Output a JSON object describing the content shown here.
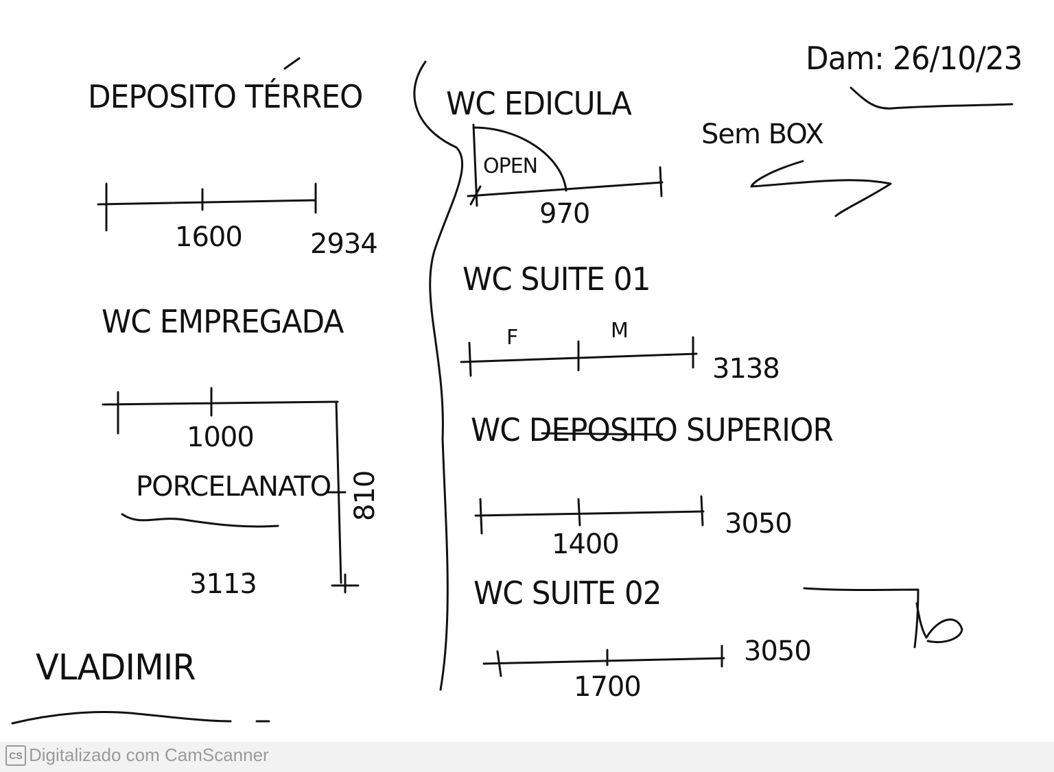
{
  "note": {
    "date": "Dam: 26/10/23",
    "left": {
      "heading1": "DEPOSITO TÉRREO",
      "dim1a": "1600",
      "dim1b": "2934",
      "heading2": "WC EMPREGADA",
      "dim2a": "1000",
      "dim2_vertical": "810",
      "remark": "PORCELANATO",
      "dim2b": "3113"
    },
    "center": {
      "heading_edicula": "WC EDICULA",
      "open": "OPEN",
      "dim_edicula": "970",
      "heading_suite1": "WC SUITE 01",
      "label_f": "F",
      "label_m": "M",
      "dim_suite1": "3138",
      "heading_superior": "WC DEPOSITO SUPERIOR",
      "dim_sup_a": "1400",
      "dim_sup_b": "3050",
      "heading_suite2": "WC SUITE 02",
      "dim_s2_a": "1700",
      "dim_s2_b": "3050"
    },
    "right": {
      "no_box": "Sem BOX"
    },
    "signature_name": "VLADIMIR"
  },
  "footer": {
    "logo": "CS",
    "text": "Digitalizado com CamScanner"
  },
  "colors": {
    "ink": "#111111",
    "footer_text": "#9a9a9a",
    "paper": "#ffffff"
  },
  "icons": [
    "camscanner-logo-icon",
    "signature-mark"
  ]
}
